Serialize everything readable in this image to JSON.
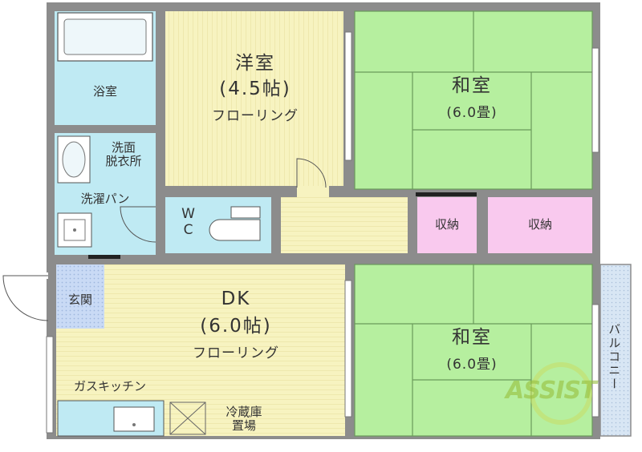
{
  "rooms": {
    "western": {
      "name": "洋室",
      "size": "(4.5帖)",
      "floor": "フローリング"
    },
    "washitsu_top": {
      "name": "和室",
      "size": "(6.0畳)"
    },
    "washitsu_bottom": {
      "name": "和室",
      "size": "(6.0畳)"
    },
    "bath": {
      "name": "浴室"
    },
    "washroom": {
      "name": "洗面\n脱衣所"
    },
    "laundry": {
      "name": "洗濯パン"
    },
    "wc": {
      "name": "W\nC"
    },
    "dk": {
      "name": "DK",
      "size": "(6.0帖)",
      "floor": "フローリング"
    },
    "entrance": {
      "name": "玄関"
    },
    "kitchen": {
      "name": "ガスキッチン"
    },
    "fridge": {
      "name": "冷蔵庫\n置場"
    },
    "storage_left": {
      "name": "収納"
    },
    "storage_right": {
      "name": "収納"
    },
    "balcony": {
      "name": "バルコニー"
    }
  },
  "logo": {
    "text": "ASSIST"
  },
  "colors": {
    "wall": "#8c8c8c",
    "flooring": "#f7f3c0",
    "tatami": "#b6ef9f",
    "wet_area": "#bfeaf3",
    "storage": "#f9c9ee",
    "entrance": "#c9daf5",
    "balcony": "#d8e6f4"
  }
}
